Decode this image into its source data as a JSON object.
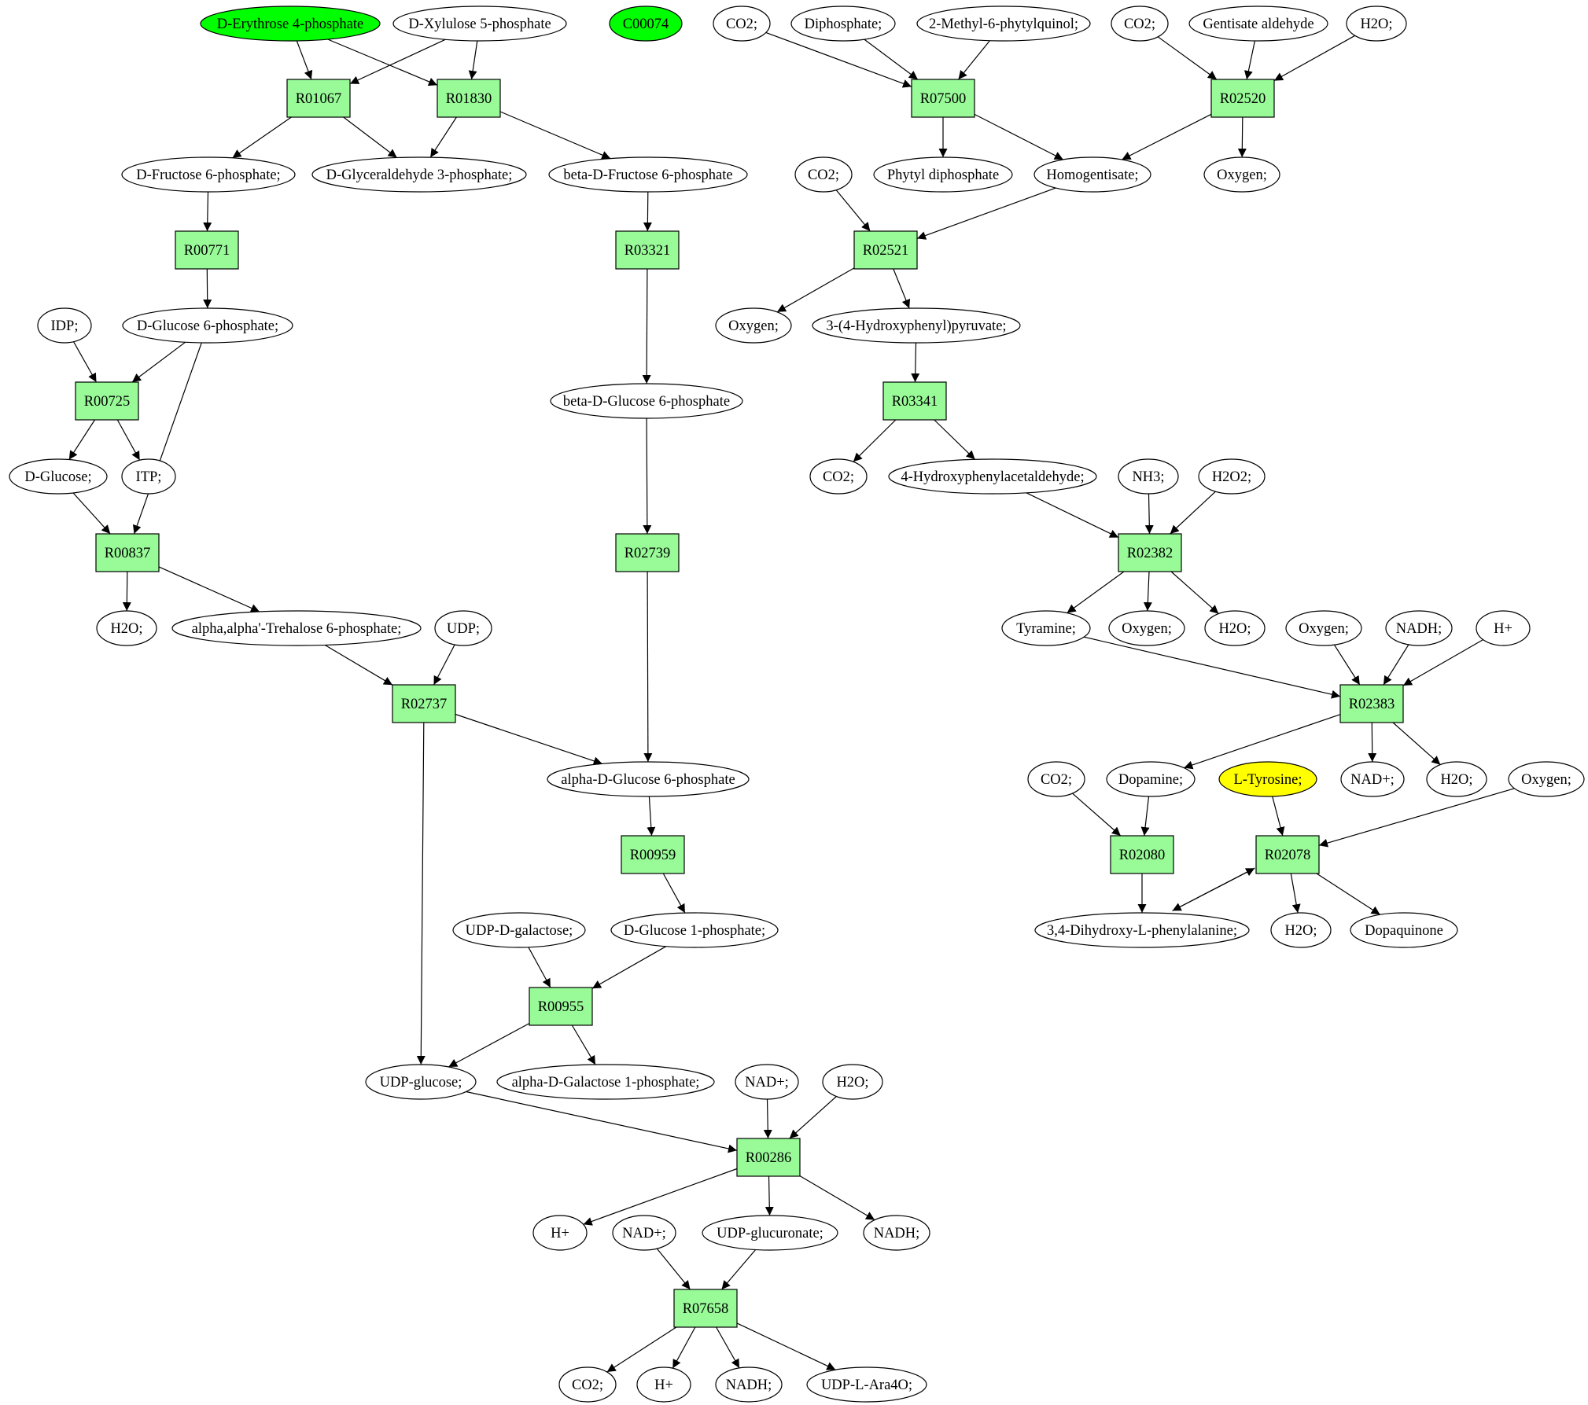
{
  "colors": {
    "reaction_fill": "#98fb98",
    "source_fill": "#00ff00",
    "target_fill": "#ffff00",
    "compound_fill": "#ffffff",
    "stroke": "#000000"
  },
  "nodes": [
    {
      "id": "erythrose",
      "label": "D-Erythrose 4-phosphate",
      "kind": "compound",
      "highlight": "source"
    },
    {
      "id": "xylulose",
      "label": "D-Xylulose 5-phosphate",
      "kind": "compound"
    },
    {
      "id": "c00074",
      "label": "C00074",
      "kind": "compound",
      "highlight": "source"
    },
    {
      "id": "co2_a",
      "label": "CO2;",
      "kind": "compound"
    },
    {
      "id": "diphosphate",
      "label": "Diphosphate;",
      "kind": "compound"
    },
    {
      "id": "methylphytyl",
      "label": "2-Methyl-6-phytylquinol;",
      "kind": "compound"
    },
    {
      "id": "co2_b",
      "label": "CO2;",
      "kind": "compound"
    },
    {
      "id": "gentisate",
      "label": "Gentisate aldehyde",
      "kind": "compound"
    },
    {
      "id": "h2o_a",
      "label": "H2O;",
      "kind": "compound"
    },
    {
      "id": "R01067",
      "label": "R01067",
      "kind": "reaction"
    },
    {
      "id": "R01830",
      "label": "R01830",
      "kind": "reaction"
    },
    {
      "id": "R07500",
      "label": "R07500",
      "kind": "reaction"
    },
    {
      "id": "R02520",
      "label": "R02520",
      "kind": "reaction"
    },
    {
      "id": "fructose6p",
      "label": "D-Fructose 6-phosphate;",
      "kind": "compound"
    },
    {
      "id": "glyceraldehyde",
      "label": "D-Glyceraldehyde 3-phosphate;",
      "kind": "compound"
    },
    {
      "id": "bfructose6p",
      "label": "beta-D-Fructose 6-phosphate",
      "kind": "compound"
    },
    {
      "id": "co2_c",
      "label": "CO2;",
      "kind": "compound"
    },
    {
      "id": "phytyl",
      "label": "Phytyl diphosphate",
      "kind": "compound"
    },
    {
      "id": "homogentisate",
      "label": "Homogentisate;",
      "kind": "compound"
    },
    {
      "id": "oxygen_a",
      "label": "Oxygen;",
      "kind": "compound"
    },
    {
      "id": "R00771",
      "label": "R00771",
      "kind": "reaction"
    },
    {
      "id": "R03321",
      "label": "R03321",
      "kind": "reaction"
    },
    {
      "id": "R02521",
      "label": "R02521",
      "kind": "reaction"
    },
    {
      "id": "idp",
      "label": "IDP;",
      "kind": "compound"
    },
    {
      "id": "glucose6p",
      "label": "D-Glucose 6-phosphate;",
      "kind": "compound"
    },
    {
      "id": "oxygen_b",
      "label": "Oxygen;",
      "kind": "compound"
    },
    {
      "id": "hpp",
      "label": "3-(4-Hydroxyphenyl)pyruvate;",
      "kind": "compound"
    },
    {
      "id": "R00725",
      "label": "R00725",
      "kind": "reaction"
    },
    {
      "id": "bglucose6p",
      "label": "beta-D-Glucose 6-phosphate",
      "kind": "compound"
    },
    {
      "id": "R03341",
      "label": "R03341",
      "kind": "reaction"
    },
    {
      "id": "dglucose",
      "label": "D-Glucose;",
      "kind": "compound"
    },
    {
      "id": "itp",
      "label": "ITP;",
      "kind": "compound"
    },
    {
      "id": "co2_d",
      "label": "CO2;",
      "kind": "compound"
    },
    {
      "id": "hpaa",
      "label": "4-Hydroxyphenylacetaldehyde;",
      "kind": "compound"
    },
    {
      "id": "nh3",
      "label": "NH3;",
      "kind": "compound"
    },
    {
      "id": "h2o2",
      "label": "H2O2;",
      "kind": "compound"
    },
    {
      "id": "R00837",
      "label": "R00837",
      "kind": "reaction"
    },
    {
      "id": "R02739",
      "label": "R02739",
      "kind": "reaction"
    },
    {
      "id": "R02382",
      "label": "R02382",
      "kind": "reaction"
    },
    {
      "id": "h2o_b",
      "label": "H2O;",
      "kind": "compound"
    },
    {
      "id": "trehalose6p",
      "label": "alpha,alpha'-Trehalose 6-phosphate;",
      "kind": "compound"
    },
    {
      "id": "udp",
      "label": "UDP;",
      "kind": "compound"
    },
    {
      "id": "tyramine",
      "label": "Tyramine;",
      "kind": "compound"
    },
    {
      "id": "oxygen_c",
      "label": "Oxygen;",
      "kind": "compound"
    },
    {
      "id": "h2o_c",
      "label": "H2O;",
      "kind": "compound"
    },
    {
      "id": "oxygen_d",
      "label": "Oxygen;",
      "kind": "compound"
    },
    {
      "id": "nadh_a",
      "label": "NADH;",
      "kind": "compound"
    },
    {
      "id": "hplus_a",
      "label": "H+",
      "kind": "compound"
    },
    {
      "id": "R02737",
      "label": "R02737",
      "kind": "reaction"
    },
    {
      "id": "R02383",
      "label": "R02383",
      "kind": "reaction"
    },
    {
      "id": "aglucose6p",
      "label": "alpha-D-Glucose 6-phosphate",
      "kind": "compound"
    },
    {
      "id": "co2_e",
      "label": "CO2;",
      "kind": "compound"
    },
    {
      "id": "dopamine",
      "label": "Dopamine;",
      "kind": "compound"
    },
    {
      "id": "tyrosine",
      "label": "L-Tyrosine;",
      "kind": "compound",
      "highlight": "target"
    },
    {
      "id": "nadplus_a",
      "label": "NAD+;",
      "kind": "compound"
    },
    {
      "id": "h2o_d",
      "label": "H2O;",
      "kind": "compound"
    },
    {
      "id": "oxygen_e",
      "label": "Oxygen;",
      "kind": "compound"
    },
    {
      "id": "R00959",
      "label": "R00959",
      "kind": "reaction"
    },
    {
      "id": "R02080",
      "label": "R02080",
      "kind": "reaction"
    },
    {
      "id": "R02078",
      "label": "R02078",
      "kind": "reaction"
    },
    {
      "id": "udpgalactose",
      "label": "UDP-D-galactose;",
      "kind": "compound"
    },
    {
      "id": "glucose1p",
      "label": "D-Glucose 1-phosphate;",
      "kind": "compound"
    },
    {
      "id": "dopa",
      "label": "3,4-Dihydroxy-L-phenylalanine;",
      "kind": "compound"
    },
    {
      "id": "h2o_e",
      "label": "H2O;",
      "kind": "compound"
    },
    {
      "id": "dopaquinone",
      "label": "Dopaquinone",
      "kind": "compound"
    },
    {
      "id": "R00955",
      "label": "R00955",
      "kind": "reaction"
    },
    {
      "id": "udpglucose",
      "label": "UDP-glucose;",
      "kind": "compound"
    },
    {
      "id": "galactose1p",
      "label": "alpha-D-Galactose 1-phosphate;",
      "kind": "compound"
    },
    {
      "id": "nadplus_b",
      "label": "NAD+;",
      "kind": "compound"
    },
    {
      "id": "h2o_f",
      "label": "H2O;",
      "kind": "compound"
    },
    {
      "id": "R00286",
      "label": "R00286",
      "kind": "reaction"
    },
    {
      "id": "hplus_b",
      "label": "H+",
      "kind": "compound"
    },
    {
      "id": "nadplus_c",
      "label": "NAD+;",
      "kind": "compound"
    },
    {
      "id": "udpglucuronate",
      "label": "UDP-glucuronate;",
      "kind": "compound"
    },
    {
      "id": "nadh_b",
      "label": "NADH;",
      "kind": "compound"
    },
    {
      "id": "R07658",
      "label": "R07658",
      "kind": "reaction"
    },
    {
      "id": "co2_f",
      "label": "CO2;",
      "kind": "compound"
    },
    {
      "id": "hplus_c",
      "label": "H+",
      "kind": "compound"
    },
    {
      "id": "nadh_c",
      "label": "NADH;",
      "kind": "compound"
    },
    {
      "id": "udpara",
      "label": "UDP-L-Ara4O;",
      "kind": "compound"
    }
  ],
  "edges": [
    [
      "erythrose",
      "R01067"
    ],
    [
      "xylulose",
      "R01067"
    ],
    [
      "erythrose",
      "R01830"
    ],
    [
      "xylulose",
      "R01830"
    ],
    [
      "R01067",
      "fructose6p"
    ],
    [
      "R01067",
      "glyceraldehyde"
    ],
    [
      "R01830",
      "glyceraldehyde"
    ],
    [
      "R01830",
      "bfructose6p"
    ],
    [
      "co2_a",
      "R07500"
    ],
    [
      "diphosphate",
      "R07500"
    ],
    [
      "methylphytyl",
      "R07500"
    ],
    [
      "R07500",
      "phytyl"
    ],
    [
      "R07500",
      "homogentisate"
    ],
    [
      "co2_b",
      "R02520"
    ],
    [
      "gentisate",
      "R02520"
    ],
    [
      "h2o_a",
      "R02520"
    ],
    [
      "R02520",
      "homogentisate"
    ],
    [
      "R02520",
      "oxygen_a"
    ],
    [
      "fructose6p",
      "R00771"
    ],
    [
      "R00771",
      "glucose6p"
    ],
    [
      "bfructose6p",
      "R03321"
    ],
    [
      "R03321",
      "bglucose6p"
    ],
    [
      "co2_c",
      "R02521"
    ],
    [
      "homogentisate",
      "R02521"
    ],
    [
      "R02521",
      "oxygen_b"
    ],
    [
      "R02521",
      "hpp"
    ],
    [
      "idp",
      "R00725"
    ],
    [
      "glucose6p",
      "R00725"
    ],
    [
      "R00725",
      "dglucose"
    ],
    [
      "R00725",
      "itp"
    ],
    [
      "hpp",
      "R03341"
    ],
    [
      "R03341",
      "co2_d"
    ],
    [
      "R03341",
      "hpaa"
    ],
    [
      "dglucose",
      "R00837"
    ],
    [
      "glucose6p",
      "R00837"
    ],
    [
      "R00837",
      "h2o_b"
    ],
    [
      "R00837",
      "trehalose6p"
    ],
    [
      "bglucose6p",
      "R02739"
    ],
    [
      "R02739",
      "aglucose6p"
    ],
    [
      "hpaa",
      "R02382"
    ],
    [
      "nh3",
      "R02382"
    ],
    [
      "h2o2",
      "R02382"
    ],
    [
      "R02382",
      "tyramine"
    ],
    [
      "R02382",
      "oxygen_c"
    ],
    [
      "R02382",
      "h2o_c"
    ],
    [
      "trehalose6p",
      "R02737"
    ],
    [
      "udp",
      "R02737"
    ],
    [
      "R02737",
      "aglucose6p"
    ],
    [
      "R02737",
      "udpglucose"
    ],
    [
      "tyramine",
      "R02383"
    ],
    [
      "oxygen_d",
      "R02383"
    ],
    [
      "nadh_a",
      "R02383"
    ],
    [
      "hplus_a",
      "R02383"
    ],
    [
      "R02383",
      "dopamine"
    ],
    [
      "R02383",
      "nadplus_a"
    ],
    [
      "R02383",
      "h2o_d"
    ],
    [
      "aglucose6p",
      "R00959"
    ],
    [
      "R00959",
      "glucose1p"
    ],
    [
      "co2_e",
      "R02080"
    ],
    [
      "dopamine",
      "R02080"
    ],
    [
      "R02080",
      "dopa"
    ],
    [
      "tyrosine",
      "R02078"
    ],
    [
      "oxygen_e",
      "R02078"
    ],
    [
      "dopa",
      "R02078"
    ],
    [
      "R02078",
      "dopa"
    ],
    [
      "R02078",
      "h2o_e"
    ],
    [
      "R02078",
      "dopaquinone"
    ],
    [
      "udpgalactose",
      "R00955"
    ],
    [
      "glucose1p",
      "R00955"
    ],
    [
      "R00955",
      "udpglucose"
    ],
    [
      "R00955",
      "galactose1p"
    ],
    [
      "udpglucose",
      "R00286"
    ],
    [
      "nadplus_b",
      "R00286"
    ],
    [
      "h2o_f",
      "R00286"
    ],
    [
      "R00286",
      "hplus_b"
    ],
    [
      "R00286",
      "udpglucuronate"
    ],
    [
      "R00286",
      "nadh_b"
    ],
    [
      "nadplus_c",
      "R07658"
    ],
    [
      "udpglucuronate",
      "R07658"
    ],
    [
      "R07658",
      "co2_f"
    ],
    [
      "R07658",
      "hplus_c"
    ],
    [
      "R07658",
      "nadh_c"
    ],
    [
      "R07658",
      "udpara"
    ]
  ]
}
